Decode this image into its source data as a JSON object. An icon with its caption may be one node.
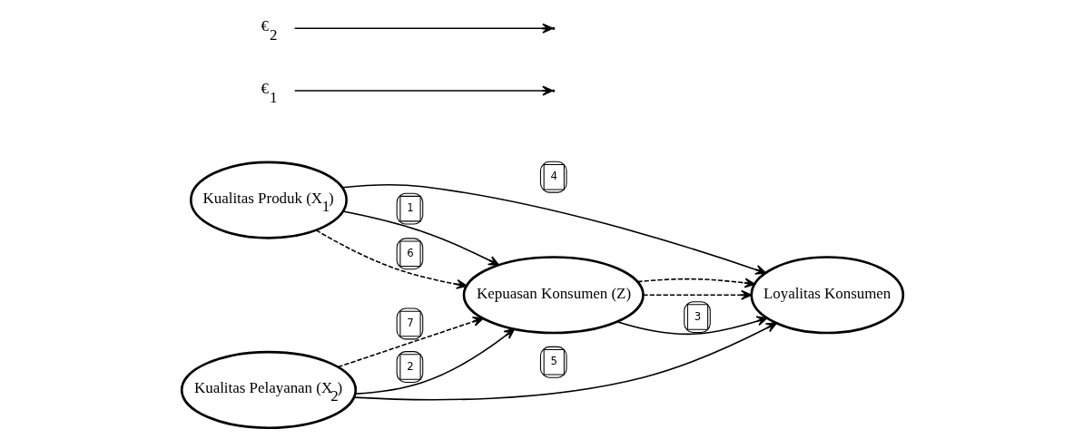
{
  "diagram": {
    "nodes": [
      {
        "text": [
          "Kualitas Produk (X$_{1}$)"
        ]
      },
      {
        "text": [
          "Kualitas Pelayanan (X$_{2}$)"
        ]
      },
      {
        "text": [
          "Kepuasan Konsumen (Z)"
        ]
      },
      {
        "text": [
          "Loyalitas Konsumen"
        ]
      },
      {
        "text": [
          "€$_{1}$"
        ]
      },
      {
        "text": [
          "€$_{2}$"
        ]
      }
    ],
    "edges": [
      {
        "from": 0,
        "to": 3,
        "arrow": "to",
        "label": "4"
      },
      {
        "from": 0,
        "to": 2,
        "arrow": "to",
        "label": "1"
      },
      {
        "from": 0,
        "to": 2,
        "arrow": "to",
        "label": "6",
        "style": "dashed"
      },
      {
        "from": 1,
        "to": 2,
        "arrow": "to",
        "label": "7",
        "style": "dashed"
      },
      {
        "from": 1,
        "to": 2,
        "arrow": "to",
        "label": "2"
      },
      {
        "from": 2,
        "to": 3,
        "arrow": "to",
        "style": "dashed"
      },
      {
        "from": 2,
        "to": 3,
        "arrow": "to",
        "label": "3"
      },
      {
        "from": 2,
        "to": 3,
        "arrow": "to",
        "style": "dashed"
      },
      {
        "from": 1,
        "to": 3,
        "arrow": "to",
        "label": "5"
      },
      {
        "from": 4,
        "to": null,
        "arrow": "to"
      },
      {
        "from": 5,
        "to": null,
        "arrow": "to"
      }
    ]
  }
}
